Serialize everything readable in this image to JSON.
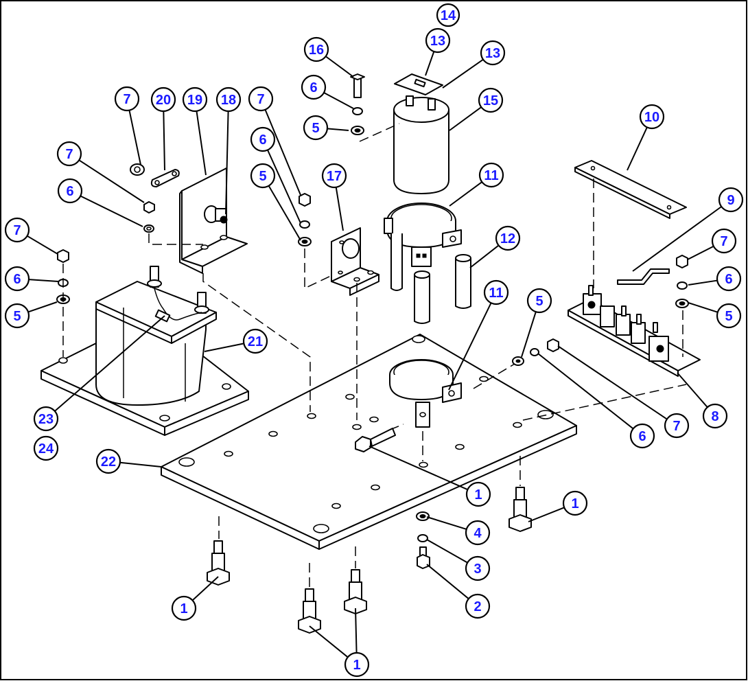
{
  "diagram": {
    "callouts": [
      {
        "label": "14"
      },
      {
        "label": "13"
      },
      {
        "label": "13"
      },
      {
        "label": "16"
      },
      {
        "label": "15"
      },
      {
        "label": "6"
      },
      {
        "label": "5"
      },
      {
        "label": "7"
      },
      {
        "label": "20"
      },
      {
        "label": "19"
      },
      {
        "label": "18"
      },
      {
        "label": "7"
      },
      {
        "label": "10"
      },
      {
        "label": "7"
      },
      {
        "label": "6"
      },
      {
        "label": "6"
      },
      {
        "label": "5"
      },
      {
        "label": "17"
      },
      {
        "label": "11"
      },
      {
        "label": "9"
      },
      {
        "label": "12"
      },
      {
        "label": "7"
      },
      {
        "label": "7"
      },
      {
        "label": "6"
      },
      {
        "label": "6"
      },
      {
        "label": "5"
      },
      {
        "label": "5"
      },
      {
        "label": "11"
      },
      {
        "label": "5"
      },
      {
        "label": "21"
      },
      {
        "label": "8"
      },
      {
        "label": "7"
      },
      {
        "label": "6"
      },
      {
        "label": "23"
      },
      {
        "label": "24"
      },
      {
        "label": "22"
      },
      {
        "label": "1"
      },
      {
        "label": "1"
      },
      {
        "label": "4"
      },
      {
        "label": "3"
      },
      {
        "label": "2"
      },
      {
        "label": "1"
      },
      {
        "label": "1"
      }
    ]
  }
}
